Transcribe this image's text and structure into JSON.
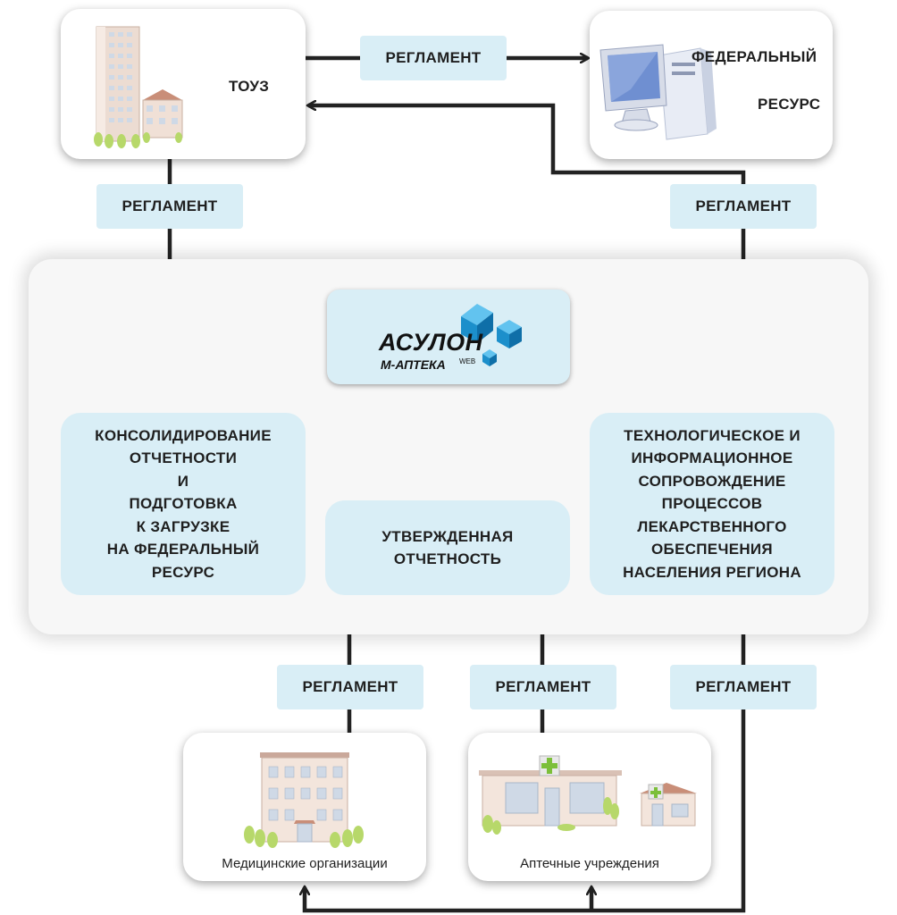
{
  "nodes": {
    "touz": "ТОУЗ",
    "federal_line1": "ФЕДЕРАЛЬНЫЙ",
    "federal_line2": "РЕСУРС",
    "consolidation": "КОНСОЛИДИРОВАНИЕ\nОТЧЕТНОСТИ\nИ\nПОДГОТОВКА\nК ЗАГРУЗКЕ\nНА ФЕДЕРАЛЬНЫЙ\nРЕСУРС",
    "approved_reporting": "УТВЕРЖДЕННАЯ\nОТЧЕТНОСТЬ",
    "tech_support": "ТЕХНОЛОГИЧЕСКОЕ И\nИНФОРМАЦИОННОЕ\nСОПРОВОЖДЕНИЕ\nПРОЦЕССОВ\nЛЕКАРСТВЕННОГО\nОБЕСПЕЧЕНИЯ\nНАСЕЛЕНИЯ РЕГИОНА",
    "medical_orgs": "Медицинские организации",
    "pharmacies": "Аптечные учреждения"
  },
  "logo": {
    "line1": "АСУЛОН",
    "line2": "М-АПТЕКА",
    "sup": "WEB",
    "cube_color": "#1a9ad6"
  },
  "labels": {
    "top": "РЕГЛАМЕНТ",
    "left": "РЕГЛАМЕНТ",
    "right_upper": "РЕГЛАМЕНТ",
    "medical": "РЕГЛАМЕНТ",
    "pharmacy": "РЕГЛАМЕНТ",
    "right_lower": "РЕГЛАМЕНТ"
  },
  "colors": {
    "label_bg": "#d9eef6",
    "line": "#222222"
  },
  "icons": {
    "touz": "buildings-icon",
    "federal": "computer-icon",
    "medical": "hospital-building-icon",
    "pharmacy": "pharmacy-building-icon"
  }
}
